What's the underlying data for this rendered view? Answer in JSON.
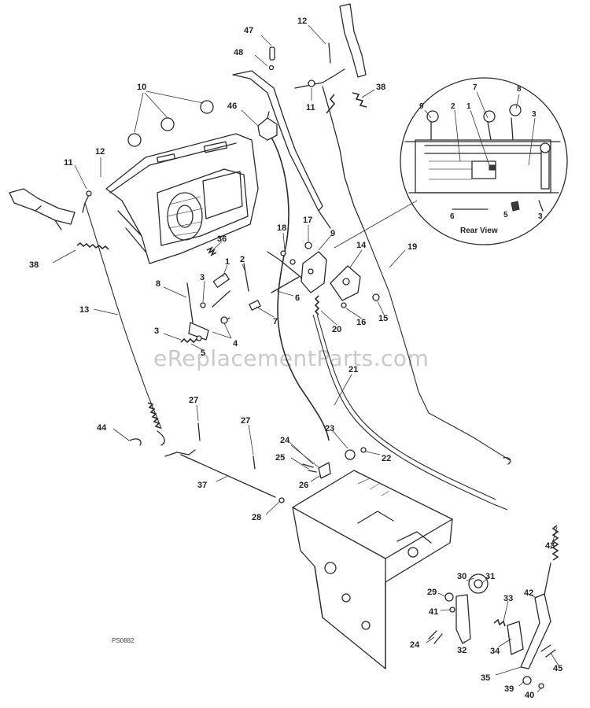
{
  "diagram": {
    "reference_code": "PS0882",
    "watermark": "eReplacementParts.com",
    "inset": {
      "caption": "Rear View",
      "callouts": [
        "9",
        "2",
        "1",
        "7",
        "8",
        "3",
        "6",
        "5",
        "3"
      ]
    },
    "callouts": [
      "47",
      "48",
      "12",
      "11",
      "38",
      "10",
      "46",
      "12",
      "11",
      "38",
      "13",
      "8",
      "3",
      "36",
      "1",
      "2",
      "3",
      "5",
      "4",
      "18",
      "17",
      "9",
      "14",
      "6",
      "7",
      "20",
      "16",
      "15",
      "19",
      "21",
      "27",
      "27",
      "44",
      "37",
      "28",
      "24",
      "25",
      "26",
      "23",
      "22",
      "43",
      "30",
      "31",
      "29",
      "41",
      "33",
      "42",
      "24",
      "32",
      "34",
      "45",
      "35",
      "39",
      "40"
    ]
  },
  "colors": {
    "line": "#2a2a2a",
    "watermark": "#c9c9c9",
    "background": "#ffffff"
  }
}
